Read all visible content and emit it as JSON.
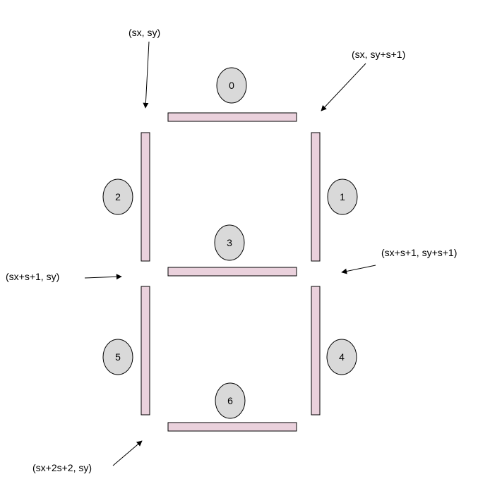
{
  "colors": {
    "segment_fill": "#ead1dc",
    "badge_fill": "#d9d9d9",
    "outline": "#000000"
  },
  "segments": [
    {
      "id": "0",
      "label": "0"
    },
    {
      "id": "1",
      "label": "1"
    },
    {
      "id": "2",
      "label": "2"
    },
    {
      "id": "3",
      "label": "3"
    },
    {
      "id": "4",
      "label": "4"
    },
    {
      "id": "5",
      "label": "5"
    },
    {
      "id": "6",
      "label": "6"
    }
  ],
  "annotations": {
    "top_left": "(sx, sy)",
    "top_right": "(sx, sy+s+1)",
    "middle_left": "(sx+s+1, sy)",
    "middle_right": "(sx+s+1, sy+s+1)",
    "bottom_left": "(sx+2s+2, sy)"
  }
}
